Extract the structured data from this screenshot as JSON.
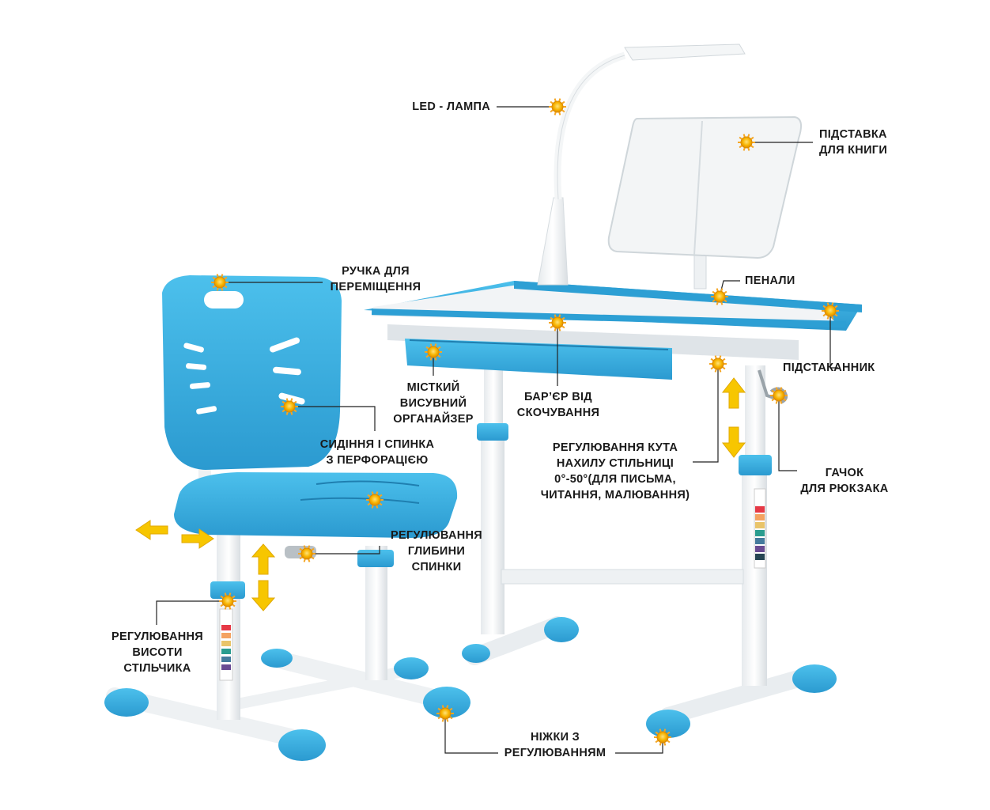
{
  "callouts": {
    "lamp": [
      "LED - ЛАМПА"
    ],
    "book_stand": [
      "ПІДСТАВКА",
      "ДЛЯ КНИГИ"
    ],
    "handle": [
      "РУЧКА ДЛЯ",
      "ПЕРЕМІЩЕННЯ"
    ],
    "pencil_cases": [
      "ПЕНАЛИ"
    ],
    "cup_holder": [
      "ПІДСТАКАННИК"
    ],
    "organizer": [
      "МІСТКИЙ",
      "ВИСУВНИЙ",
      "ОРГАНАЙЗЕР"
    ],
    "barrier": [
      "БАР’ЄР ВІД",
      "СКОЧУВАННЯ"
    ],
    "seat_back": [
      "СИДІННЯ І СПИНКА",
      "З ПЕРФОРАЦІЄЮ"
    ],
    "tilt": [
      "РЕГУЛЮВАННЯ КУТА",
      "НАХИЛУ СТІЛЬНИЦІ",
      "0°-50°(ДЛЯ ПИСЬМА,",
      "ЧИТАННЯ, МАЛЮВАННЯ)"
    ],
    "hook": [
      "ГАЧОК",
      "ДЛЯ РЮКЗАКА"
    ],
    "back_depth": [
      "РЕГУЛЮВАННЯ",
      "ГЛИБИНИ",
      "СПИНКИ"
    ],
    "chair_height": [
      "РЕГУЛЮВАННЯ",
      "ВИСОТИ",
      "СТІЛЬЧИКА"
    ],
    "legs": [
      "НІЖКИ З",
      "РЕГУЛЮВАННЯМ"
    ]
  },
  "colors": {
    "accent_blue": "#35a9dc",
    "marker_orange": "#f5a623",
    "arrow_yellow": "#f7c600",
    "frame_white": "#f4f6f7",
    "leader_line": "#222222"
  },
  "marker_icon": "sun-marker-icon",
  "arrow_icon": "adjust-arrow-icon"
}
